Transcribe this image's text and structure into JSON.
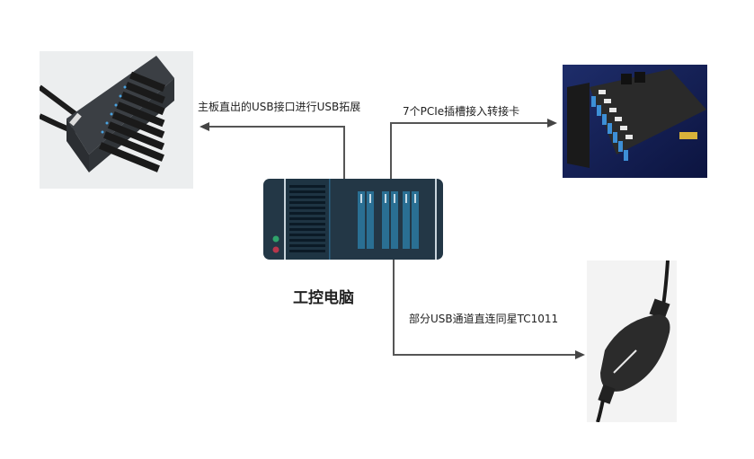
{
  "diagram": {
    "center_node": {
      "label": "工控电脑",
      "icon": "server-icon"
    },
    "edges": [
      {
        "label": "主板直出的USB接口进行USB拓展",
        "target": "usb-hub"
      },
      {
        "label": "7个PCIe插槽接入转接卡",
        "target": "pcie-usb-card"
      },
      {
        "label": "部分USB通道直连同星TC1011",
        "target": "tc1011-device"
      }
    ],
    "nodes": [
      {
        "id": "usb-hub",
        "icon": "usb-hub-image"
      },
      {
        "id": "pcie-usb-card",
        "icon": "pcie-card-image"
      },
      {
        "id": "tc1011-device",
        "icon": "tc1011-image"
      }
    ]
  },
  "colors": {
    "server_body": "#233746",
    "server_slot": "#2a6f93",
    "led_green": "#2fa36b",
    "led_red": "#b8364c",
    "line": "#555555"
  }
}
